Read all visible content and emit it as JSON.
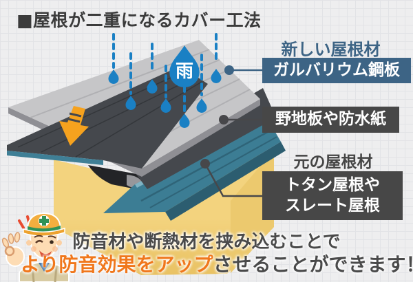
{
  "title": "■屋根が二重になるカバー工法",
  "illustration": {
    "rain_label": "雨",
    "icons": [
      "rain-drop-icon",
      "down-arrow-icon",
      "worker-character"
    ],
    "colors": {
      "background": "#eeeeef",
      "title_color": "#3b3b3b",
      "accent_blue": "#3d6485",
      "label_dark_gray": "#474747",
      "highlight_orange": "#f0771c",
      "rain_blue": "#1a80c4",
      "new_sheet_gray": "#c6c6c8",
      "sheathing_charcoal": "#45484d",
      "original_roof_teal": "#3c7d94",
      "house_yellow": "#f3d37e",
      "arrow_orange": "#f6a21e"
    }
  },
  "labels": {
    "new_material_caption": "新しい屋根材",
    "new_material_box": "ガルバリウム鋼板",
    "sheathing_box": "野地板や防水紙",
    "original_caption": "元の屋根材",
    "original_box_line1": "トタン屋根や",
    "original_box_line2": "スレート屋根"
  },
  "footer": {
    "line1": "防音材や断熱材を挟み込むことで",
    "line2_highlight": "より防音効果をアップ",
    "line2_rest": "させることができます！"
  }
}
